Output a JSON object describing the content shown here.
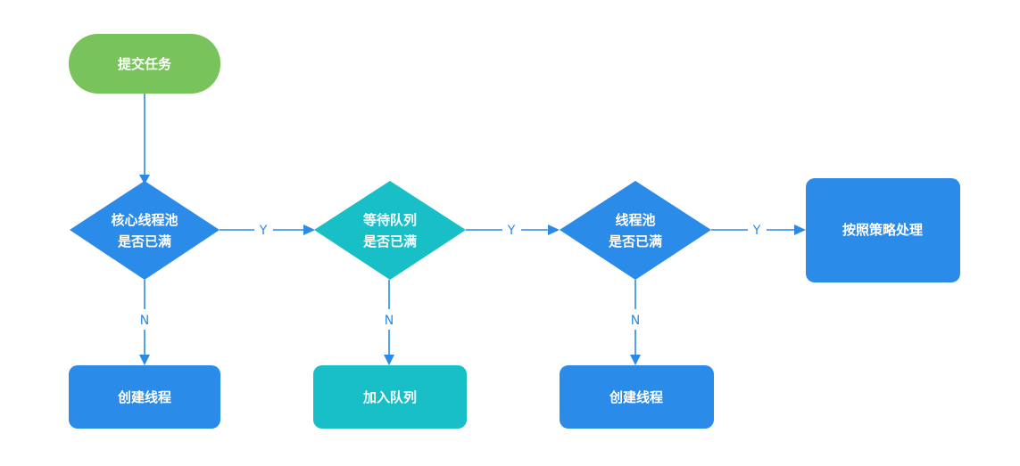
{
  "colors": {
    "start": "#79c35c",
    "primary": "#2b8be9",
    "teal": "#19bfc6",
    "edge": "#2a8ae8",
    "text": "#ffffff",
    "background": "#ffffff"
  },
  "nodes": {
    "start": {
      "text": "提交任务",
      "shape": "terminal",
      "color": "start"
    },
    "core_full": {
      "lines": [
        "核心线程池",
        "是否已满"
      ],
      "shape": "decision",
      "color": "primary"
    },
    "queue_full": {
      "lines": [
        "等待队列",
        "是否已满"
      ],
      "shape": "decision",
      "color": "teal"
    },
    "pool_full": {
      "lines": [
        "线程池",
        "是否已满"
      ],
      "shape": "decision",
      "color": "primary"
    },
    "reject": {
      "text": "按照策略处理",
      "shape": "process",
      "color": "primary"
    },
    "create_core": {
      "text": "创建线程",
      "shape": "process",
      "color": "primary"
    },
    "enqueue": {
      "text": "加入队列",
      "shape": "process",
      "color": "teal"
    },
    "create_thread": {
      "text": "创建线程",
      "shape": "process",
      "color": "primary"
    }
  },
  "edges": [
    {
      "from": "start",
      "to": "core_full",
      "label": ""
    },
    {
      "from": "core_full",
      "to": "queue_full",
      "label": "Y"
    },
    {
      "from": "queue_full",
      "to": "pool_full",
      "label": "Y"
    },
    {
      "from": "pool_full",
      "to": "reject",
      "label": "Y"
    },
    {
      "from": "core_full",
      "to": "create_core",
      "label": "N"
    },
    {
      "from": "queue_full",
      "to": "enqueue",
      "label": "N"
    },
    {
      "from": "pool_full",
      "to": "create_thread",
      "label": "N"
    }
  ]
}
